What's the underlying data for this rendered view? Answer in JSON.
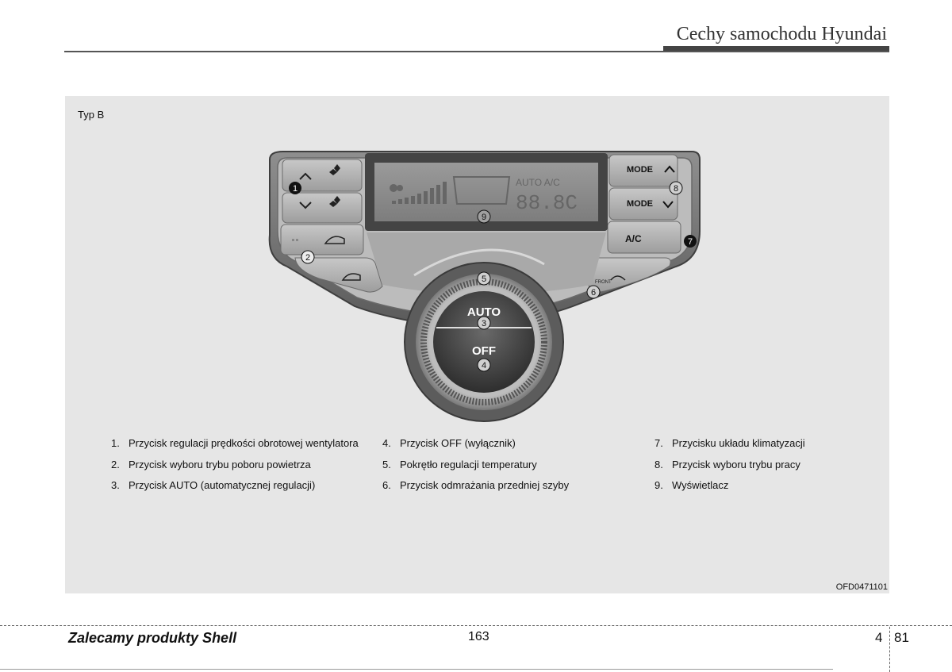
{
  "header": {
    "title": "Cechy samochodu Hyundai"
  },
  "figure": {
    "type_label": "Typ B",
    "code": "OFD0471101",
    "panel": {
      "display": {
        "segments": "88.8C",
        "mode_text": "AUTO A/C"
      },
      "buttons": {
        "mode_up": "MODE",
        "mode_down": "MODE",
        "ac": "A/C",
        "auto": "AUTO",
        "off": "OFF",
        "front": "FRONT"
      },
      "callouts": [
        "1",
        "2",
        "3",
        "4",
        "5",
        "6",
        "7",
        "8",
        "9"
      ]
    },
    "legend": [
      [
        {
          "num": "1.",
          "text": "Przycisk regulacji prędkości obrotowej wentylatora"
        },
        {
          "num": "2.",
          "text": "Przycisk wyboru trybu poboru powietrza"
        },
        {
          "num": "3.",
          "text": "Przycisk AUTO (automatycznej regulacji)"
        }
      ],
      [
        {
          "num": "4.",
          "text": "Przycisk OFF (wyłącznik)"
        },
        {
          "num": "5.",
          "text": "Pokrętło regulacji temperatury"
        },
        {
          "num": "6.",
          "text": "Przycisk odmrażania przedniej szyby"
        }
      ],
      [
        {
          "num": "7.",
          "text": "Przycisku układu klimatyzacji"
        },
        {
          "num": "8.",
          "text": "Przycisk wyboru trybu pracy"
        },
        {
          "num": "9.",
          "text": "Wyświetlacz"
        }
      ]
    ]
  },
  "footer": {
    "brand_note": "Zalecamy produkty Shell",
    "page_number": "163",
    "section": "4",
    "section_page": "81"
  }
}
